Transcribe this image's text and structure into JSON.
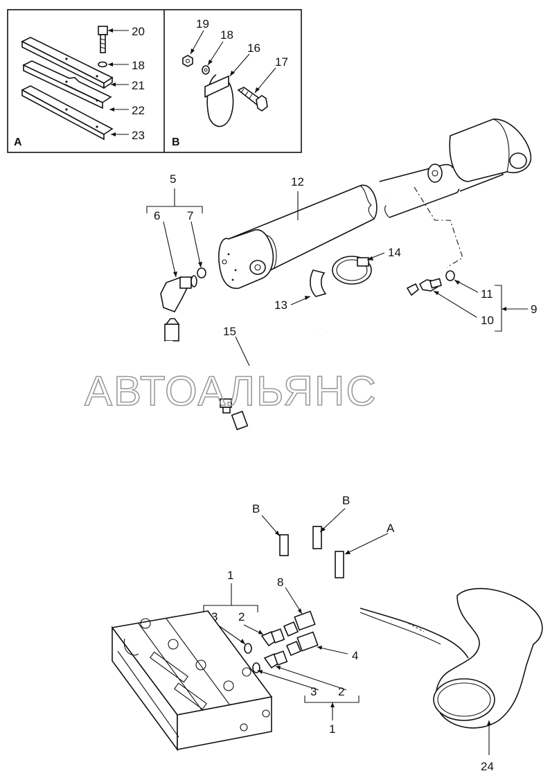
{
  "insets": [
    {
      "id": "A",
      "label": "A",
      "parts": [
        "20",
        "18",
        "21",
        "22",
        "23"
      ]
    },
    {
      "id": "B",
      "label": "B",
      "parts": [
        "19",
        "18",
        "16",
        "17"
      ]
    }
  ],
  "callouts": {
    "c20": "20",
    "c18a": "18",
    "c21": "21",
    "c22": "22",
    "c23": "23",
    "c19": "19",
    "c18b": "18",
    "c16": "16",
    "c17": "17",
    "c5": "5",
    "c6": "6",
    "c7": "7",
    "c12": "12",
    "c14": "14",
    "c13": "13",
    "c11": "11",
    "c10": "10",
    "c9": "9",
    "c15": "15",
    "cB1": "B",
    "cB2": "B",
    "cA": "A",
    "c1top": "1",
    "c3top": "3",
    "c2top": "2",
    "c8": "8",
    "c4": "4",
    "c3bot": "3",
    "c2bot": "2",
    "c1bot": "1",
    "c24": "24"
  },
  "watermark": "АВТОАЛЬЯНС"
}
